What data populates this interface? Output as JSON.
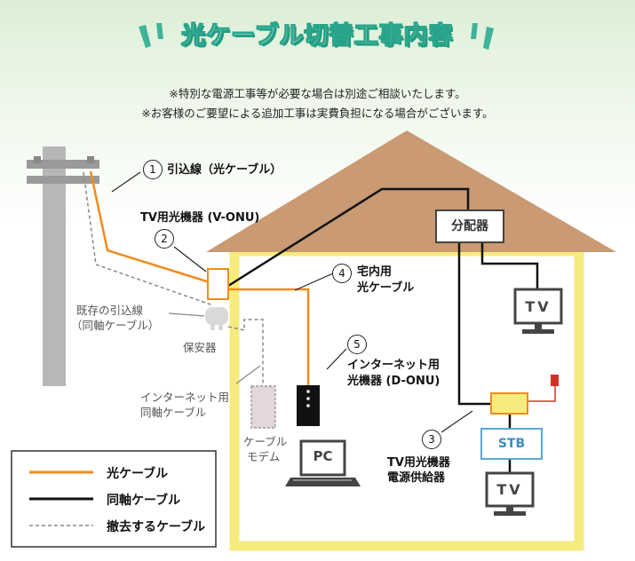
{
  "title": "光ケーブル切替工事内容",
  "notes": [
    "※特別な電源工事等が必要な場合は別途ご相談いたします。",
    "※お客様のご要望による追加工事は実費負担になる場合がございます。"
  ],
  "labels": {
    "hikikomi": "引込線（光ケーブル）",
    "v_onu": "TV用光機器 (V-ONU)",
    "takunai_1": "宅内用",
    "takunai_2": "光ケーブル",
    "d_onu_1": "インターネット用",
    "d_onu_2": "光機器 (D-ONU)",
    "psu_1": "TV用光機器",
    "psu_2": "電源供給器",
    "existing_1": "既存の引込線",
    "existing_2": "（同軸ケーブル）",
    "hoanki": "保安器",
    "coax_net_1": "インターネット用",
    "coax_net_2": "同軸ケーブル",
    "modem_1": "ケーブル",
    "modem_2": "モデム",
    "splitter": "分配器",
    "tv": "TV",
    "stb": "STB",
    "pc": "PC"
  },
  "numbers": [
    "1",
    "2",
    "3",
    "4",
    "5"
  ],
  "legend": {
    "fiber": "光ケーブル",
    "coax": "同軸ケーブル",
    "removed": "撤去するケーブル"
  },
  "colors": {
    "fiber": "#f08c1e",
    "coax": "#111111",
    "removed": "#888888",
    "roof": "#c99a73",
    "wall": "#f6ec7e",
    "title_stroke": "#2aa58b",
    "accent": "#3fb39a"
  }
}
